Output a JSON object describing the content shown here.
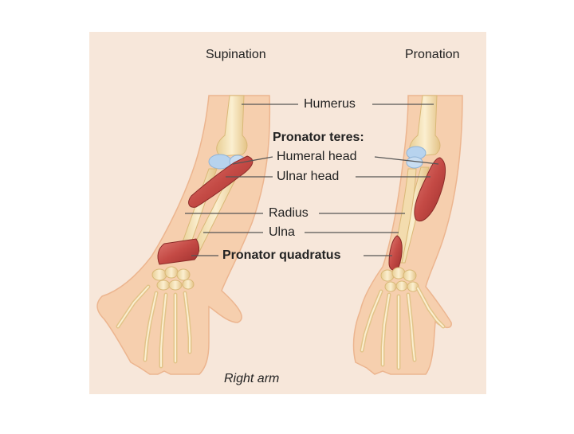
{
  "headings": {
    "left": "Supination",
    "right": "Pronation"
  },
  "labels": {
    "humerus": "Humerus",
    "pronator_teres": "Pronator teres:",
    "humeral_head": "Humeral head",
    "ulnar_head": "Ulnar head",
    "radius": "Radius",
    "ulna": "Ulna",
    "pronator_quadratus": "Pronator quadratus"
  },
  "caption": "Right arm",
  "colors": {
    "background_panel": "#f7e7da",
    "skin": "#f6cfae",
    "skin_edge": "#ecb58f",
    "bone": "#f8e4b8",
    "bone_edge": "#d9b877",
    "cartilage": "#b7d3ee",
    "muscle": "#c8504b",
    "muscle_dark": "#9e2f2d",
    "leader_line": "#555555"
  }
}
